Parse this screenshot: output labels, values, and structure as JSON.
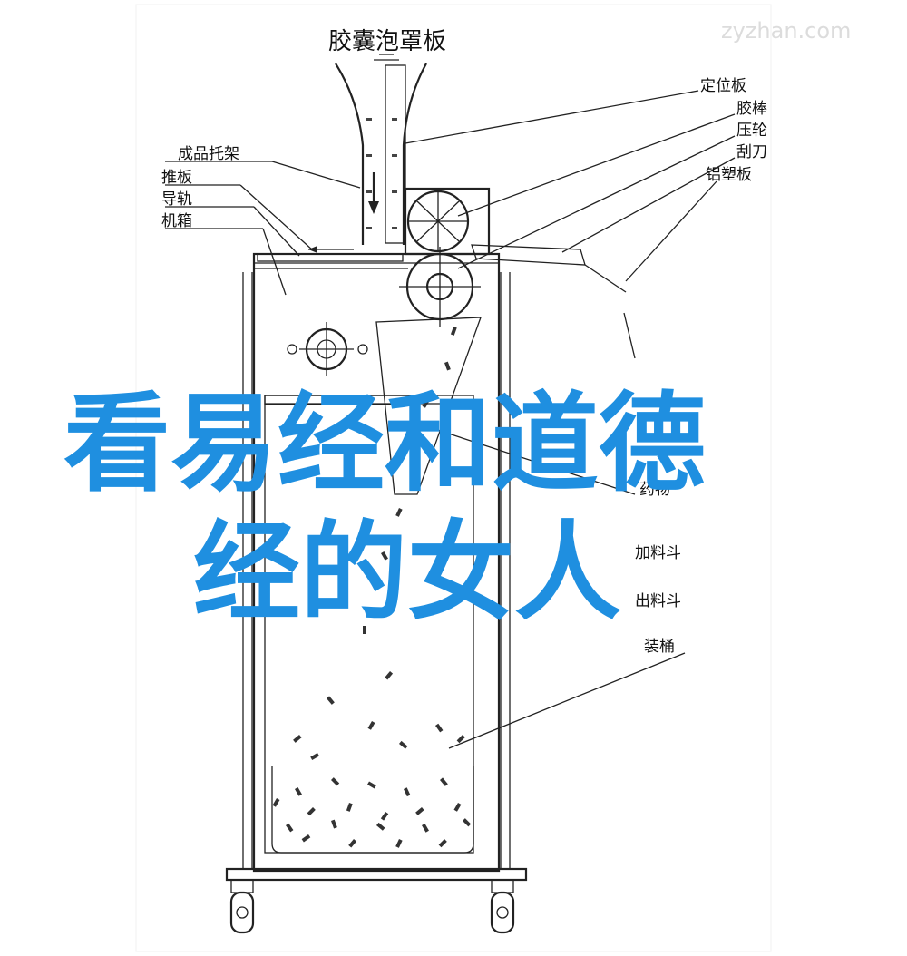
{
  "title": "胶囊泡罩板",
  "watermark": "zyzhan.com",
  "labels": {
    "dingweiban": "定位板",
    "jiaobang": "胶棒",
    "yalun": "压轮",
    "guadao": "刮刀",
    "lvsuban": "铝塑板",
    "chengpin_tuojia": "成品托架",
    "tuiban": "推板",
    "daogui": "导轨",
    "jixiang": "机箱",
    "yaowu": "药物",
    "jialiaodou": "加料斗",
    "chuliaodou": "出料斗",
    "zhuangtong": "装桶"
  },
  "overlay": {
    "line1": "看易经和道德",
    "line2": "经的女人"
  },
  "colors": {
    "overlay": "#1f8fe0",
    "line": "#222222",
    "watermark": "#dcdcdc"
  }
}
